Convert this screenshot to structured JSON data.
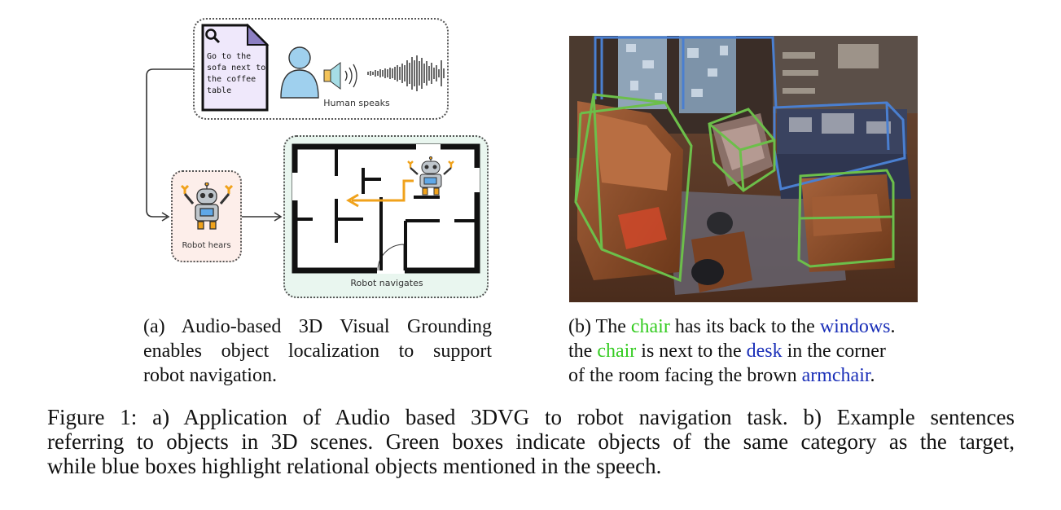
{
  "panel_a": {
    "note_text": [
      "Go to the",
      "sofa next to",
      "the coffee",
      "table"
    ],
    "human_speaks_label": "Human speaks",
    "robot_hears_label": "Robot hears",
    "robot_navigates_label": "Robot navigates"
  },
  "caption_a": {
    "line1": "(a) Audio-based 3D Visual Grounding",
    "line2": "enables object localization to support",
    "line3": "robot navigation."
  },
  "caption_b": {
    "l1_pre": "(b) The",
    "l1_green": "chair",
    "l1_mid": "has its back to the",
    "l1_blue": "windows",
    "l1_end": ".",
    "l2_pre": "the",
    "l2_green": "chair",
    "l2_mid": "is next to the",
    "l2_blue": "desk",
    "l2_end": "in the corner",
    "l3_pre": "of the room facing the brown",
    "l3_blue": "armchair",
    "l3_end": "."
  },
  "figure_caption": {
    "line1": "Figure 1:  a) Application of Audio based 3DVG to robot navigation task.  b) Example sentences",
    "line2": "referring to objects in 3D scenes. Green boxes indicate objects of the same category as the target,",
    "line3": "while blue boxes highlight relational objects mentioned in the speech."
  },
  "colors": {
    "target_box": "#6cbf4a",
    "relational_box": "#4a7fd0",
    "green_text": "#35cc22",
    "blue_text": "#1a2fb8",
    "path_arrow": "#f0a21b"
  },
  "icons": [
    "magnifier-icon",
    "person-icon",
    "speaker-icon",
    "soundwave-icon",
    "robot-icon"
  ]
}
